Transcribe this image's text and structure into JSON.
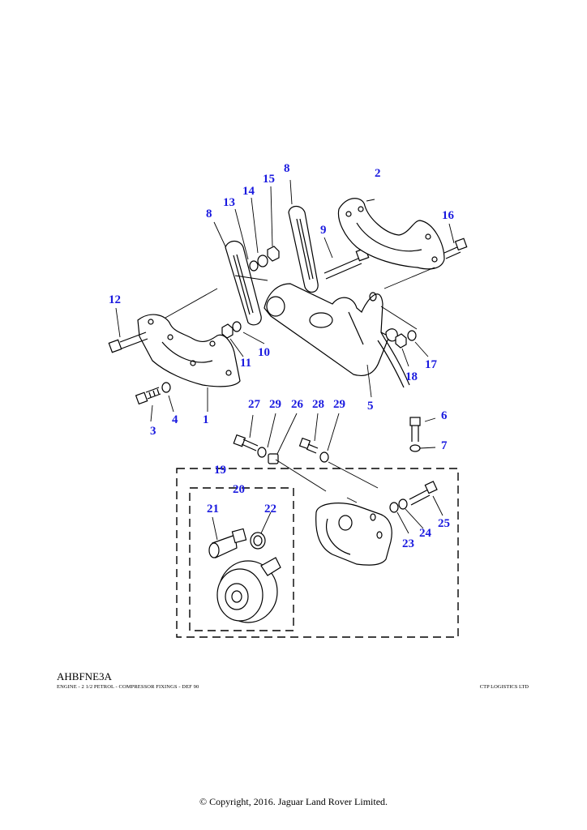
{
  "diagram": {
    "callouts": {
      "c1": "1",
      "c2": "2",
      "c3": "3",
      "c4": "4",
      "c5": "5",
      "c6": "6",
      "c7": "7",
      "c8a": "8",
      "c8b": "8",
      "c9": "9",
      "c10": "10",
      "c11": "11",
      "c12": "12",
      "c13": "13",
      "c14": "14",
      "c15": "15",
      "c16": "16",
      "c17": "17",
      "c18": "18",
      "c19": "19",
      "c20": "20",
      "c21": "21",
      "c22": "22",
      "c23": "23",
      "c24": "24",
      "c25": "25",
      "c26": "26",
      "c27": "27",
      "c28": "28",
      "c29a": "29",
      "c29b": "29"
    },
    "callout_color": "#1a1adf"
  },
  "footer": {
    "drawing_code": "AHBFNE3A",
    "caption": "ENGINE - 2 1/2 PETROL - COMPRESSOR FIXINGS - DEF 90",
    "company": "CTP LOGISTICS LTD",
    "copyright": "© Copyright, 2016. Jaguar Land Rover Limited."
  }
}
